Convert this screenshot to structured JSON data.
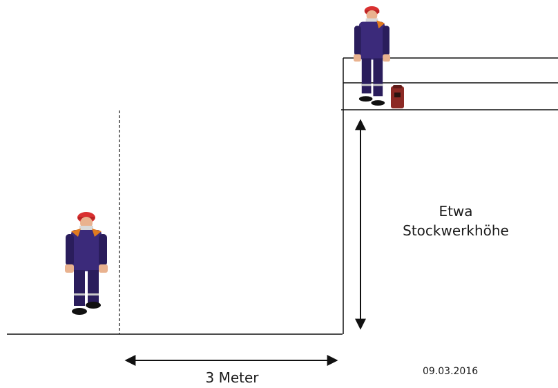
{
  "labels": {
    "height_line1": "Etwa",
    "height_line2": "Stockwerkhöhe",
    "distance": "3 Meter",
    "date": "09.03.2016"
  },
  "colors": {
    "line": "#111111",
    "suit": "#3b2a7a",
    "suit_dark": "#2a1d5c",
    "helmet": "#d93030",
    "shoulder": "#e07a1f",
    "skin": "#e9b28f",
    "boots": "#111111",
    "bag": "#8c2a25"
  }
}
